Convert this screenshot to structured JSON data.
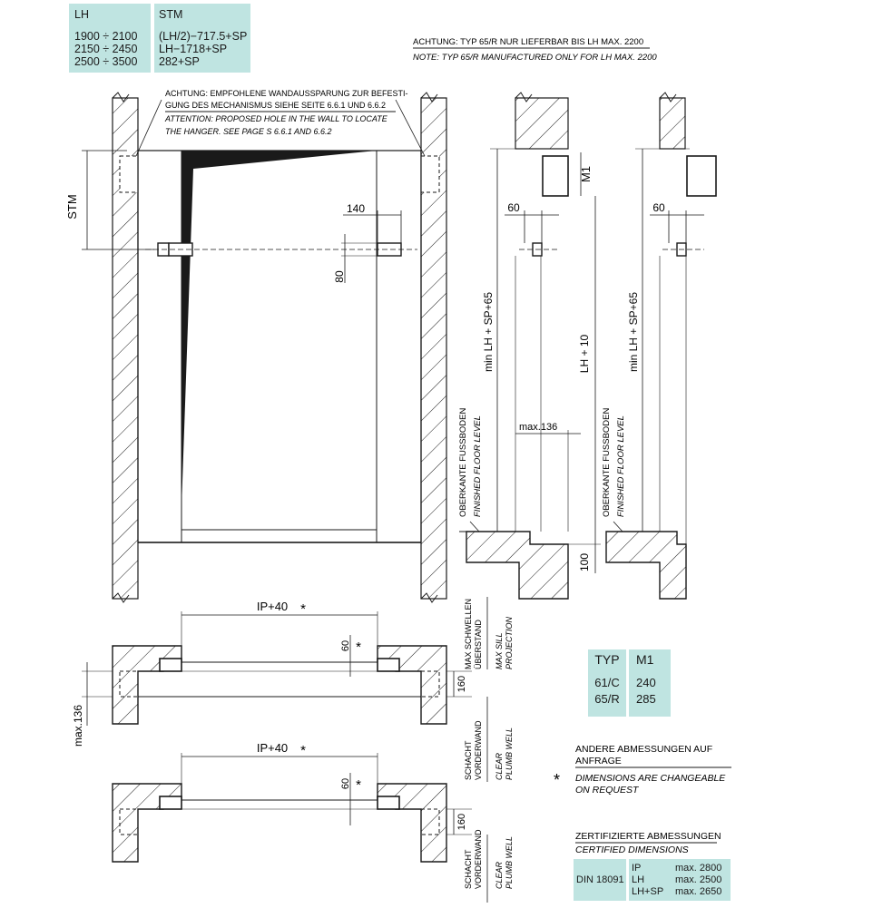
{
  "top_table": {
    "lh_header": "LH",
    "stm_header": "STM",
    "rows": [
      {
        "lh": "1900 ÷ 2100",
        "stm": "(LH/2)−717.5+SP"
      },
      {
        "lh": "2150 ÷ 2450",
        "stm": "LH−1718+SP"
      },
      {
        "lh": "2500 ÷ 3500",
        "stm": "282+SP"
      }
    ]
  },
  "top_note": {
    "de": "ACHTUNG: TYP 65/R NUR LIEFERBAR BIS LH MAX. 2200",
    "en": "NOTE: TYP 65/R MANUFACTURED ONLY FOR LH MAX. 2200"
  },
  "hole_note": {
    "de1": "ACHTUNG: EMPFOHLENE WANDAUSSPARUNG ZUR BEFESTI-",
    "de2": "GUNG DES MECHANISMUS SIEHE SEITE  6.6.1 UND 6.6.2",
    "en1": "ATTENTION: PROPOSED HOLE IN THE WALL TO LOCATE",
    "en2": "THE HANGER. SEE PAGE S 6.6.1 AND 6.6.2"
  },
  "dims": {
    "stm": "STM",
    "d140": "140",
    "d80": "80",
    "d60a": "60",
    "d60b": "60",
    "m1": "M1",
    "min_lh_a": "min LH + SP+65",
    "lh10": "LH + 10",
    "min_lh_b": "min LH + SP+65",
    "max136": "max.136",
    "d100": "100",
    "ip40a": "IP+40",
    "ip40b": "IP+40",
    "star": "*",
    "d60c": "60",
    "d60d": "60",
    "d160a": "160",
    "d160b": "160",
    "max136_left": "max.136"
  },
  "floor_label": {
    "de": "OBERKANTE FUSSBODEN",
    "en": "FINISHED FLOOR LEVEL"
  },
  "sill_label": {
    "de1": "MAX SCHWELLEN",
    "de2": "ÜBERSTAND",
    "en1": "MAX SILL",
    "en2": "PROJECTION"
  },
  "well_label": {
    "de1": "SCHACHT",
    "de2": "VORDERWAND",
    "en1": "CLEAR",
    "en2": "PLUMB WELL"
  },
  "typ_table": {
    "typ_header": "TYP",
    "m1_header": "M1",
    "rows": [
      {
        "typ": "61/C",
        "m1": "240"
      },
      {
        "typ": "65/R",
        "m1": "285"
      }
    ]
  },
  "request_note": {
    "de1": "ANDERE ABMESSUNGEN AUF",
    "de2": "ANFRAGE",
    "star": "*",
    "en1": "DIMENSIONS ARE CHANGEABLE",
    "en2": "ON REQUEST"
  },
  "certified": {
    "de": "ZERTIFIZIERTE ABMESSUNGEN",
    "en": "CERTIFIED DIMENSIONS",
    "standard": "DIN 18091",
    "rows": [
      {
        "key": "IP",
        "value": "max. 2800"
      },
      {
        "key": "LH",
        "value": "max. 2500"
      },
      {
        "key": "LH+SP",
        "value": "max. 2650"
      }
    ]
  },
  "colors": {
    "table_fill": "#bfe4e1",
    "line": "#1a1a1a"
  }
}
